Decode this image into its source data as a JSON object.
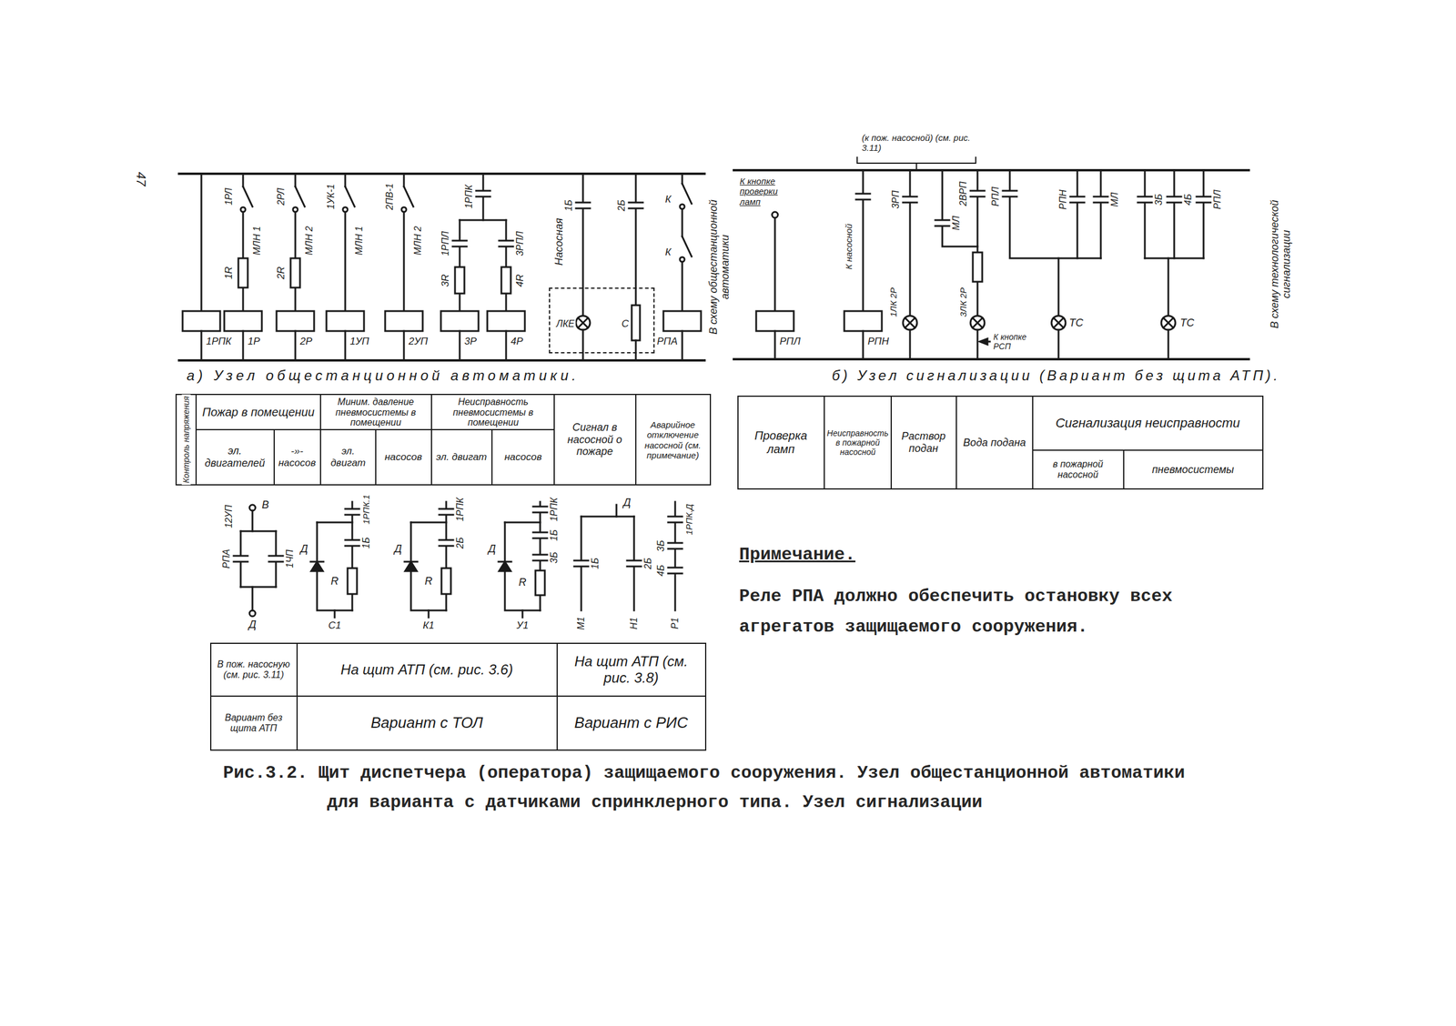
{
  "diagram": {
    "caption": "Рис.3.2. Щит диспетчера (оператора) защищаемого сооружения. Узел общестанционной автоматики для варианта с датчиками спринклерного типа. Узел сигнализации",
    "nodes": [
      {
        "text": [
          "Насосная",
          "ЛКЕ",
          "С"
        ]
      }
    ],
    "labels": [
      "47",
      "1РЛ",
      "МЛН 1",
      "1R",
      "2РЛ",
      "МЛН 2",
      "2R",
      "1УК-1",
      "МЛН 1",
      "2ПВ-1",
      "МЛН 2",
      "1РПК",
      "1РПЛ",
      "3РПЛ",
      "3R",
      "4R",
      "1Б",
      "2Б",
      "К",
      "К",
      "1РПК",
      "1Р",
      "2Р",
      "1УП",
      "2УП",
      "3Р",
      "4Р",
      "РПА",
      "В схему общестанционной автоматики",
      "а) Узел общестанционной автоматики.",
      "Контроль напряжения",
      "Пожар в помещении",
      "эл. двигателей",
      "-»- насосов",
      "Миним. давление пневмосистемы в помещении",
      "эл. двигат",
      "насосов",
      "Неисправность пневмосистемы в помещении",
      "эл. двигат",
      "насосов",
      "Сигнал в насосной о пожаре",
      "Аварийное отключение насосной (см. примечание)",
      "12УП",
      "В",
      "РПА",
      "1ЧП",
      "Д",
      "Д",
      "1РПК.1",
      "1Б",
      "R",
      "С1",
      "Д",
      "1РПК",
      "2Б",
      "R",
      "К1",
      "Д",
      "1РПК",
      "1Б",
      "3Б",
      "R",
      "У1",
      "Д",
      "1Б",
      "2Б",
      "М1",
      "Н1",
      "3Б",
      "4Б",
      "1РПК.Д",
      "Р1",
      "В пож. насосную (см. рис. 3.11)",
      "На щит АТП (см. рис. 3.6)",
      "На щит АТП (см. рис. 3.8)",
      "Вариант без щита АТП",
      "Вариант с ТОЛ",
      "Вариант с РИС",
      "(к пож. насосной) (см. рис. 3.11)",
      "К кнопке проверки ламп",
      "К насосной",
      "3РП",
      "1ЛК 2Р",
      "МЛ",
      "2ВРП",
      "3ЛК 2Р",
      "РПЛ",
      "РПН",
      "МЛ",
      "3Б",
      "4Б",
      "РПЛ",
      "ТС",
      "ТС",
      "К кнопке РСП",
      "РПЛ",
      "РПН",
      "б) Узел сигнализации (Вариант без щита АТП).",
      "В схему технологической сигнализации",
      "Проверка ламп",
      "Неисправность в пожарной насосной",
      "Раствор подан",
      "Вода подана",
      "Сигнализация неисправности",
      "в пожарной насосной",
      "пневмосистемы",
      "Примечание.",
      "Реле РПА должно обеспечить остановку всех агрегатов защищаемого сооружения."
    ]
  }
}
